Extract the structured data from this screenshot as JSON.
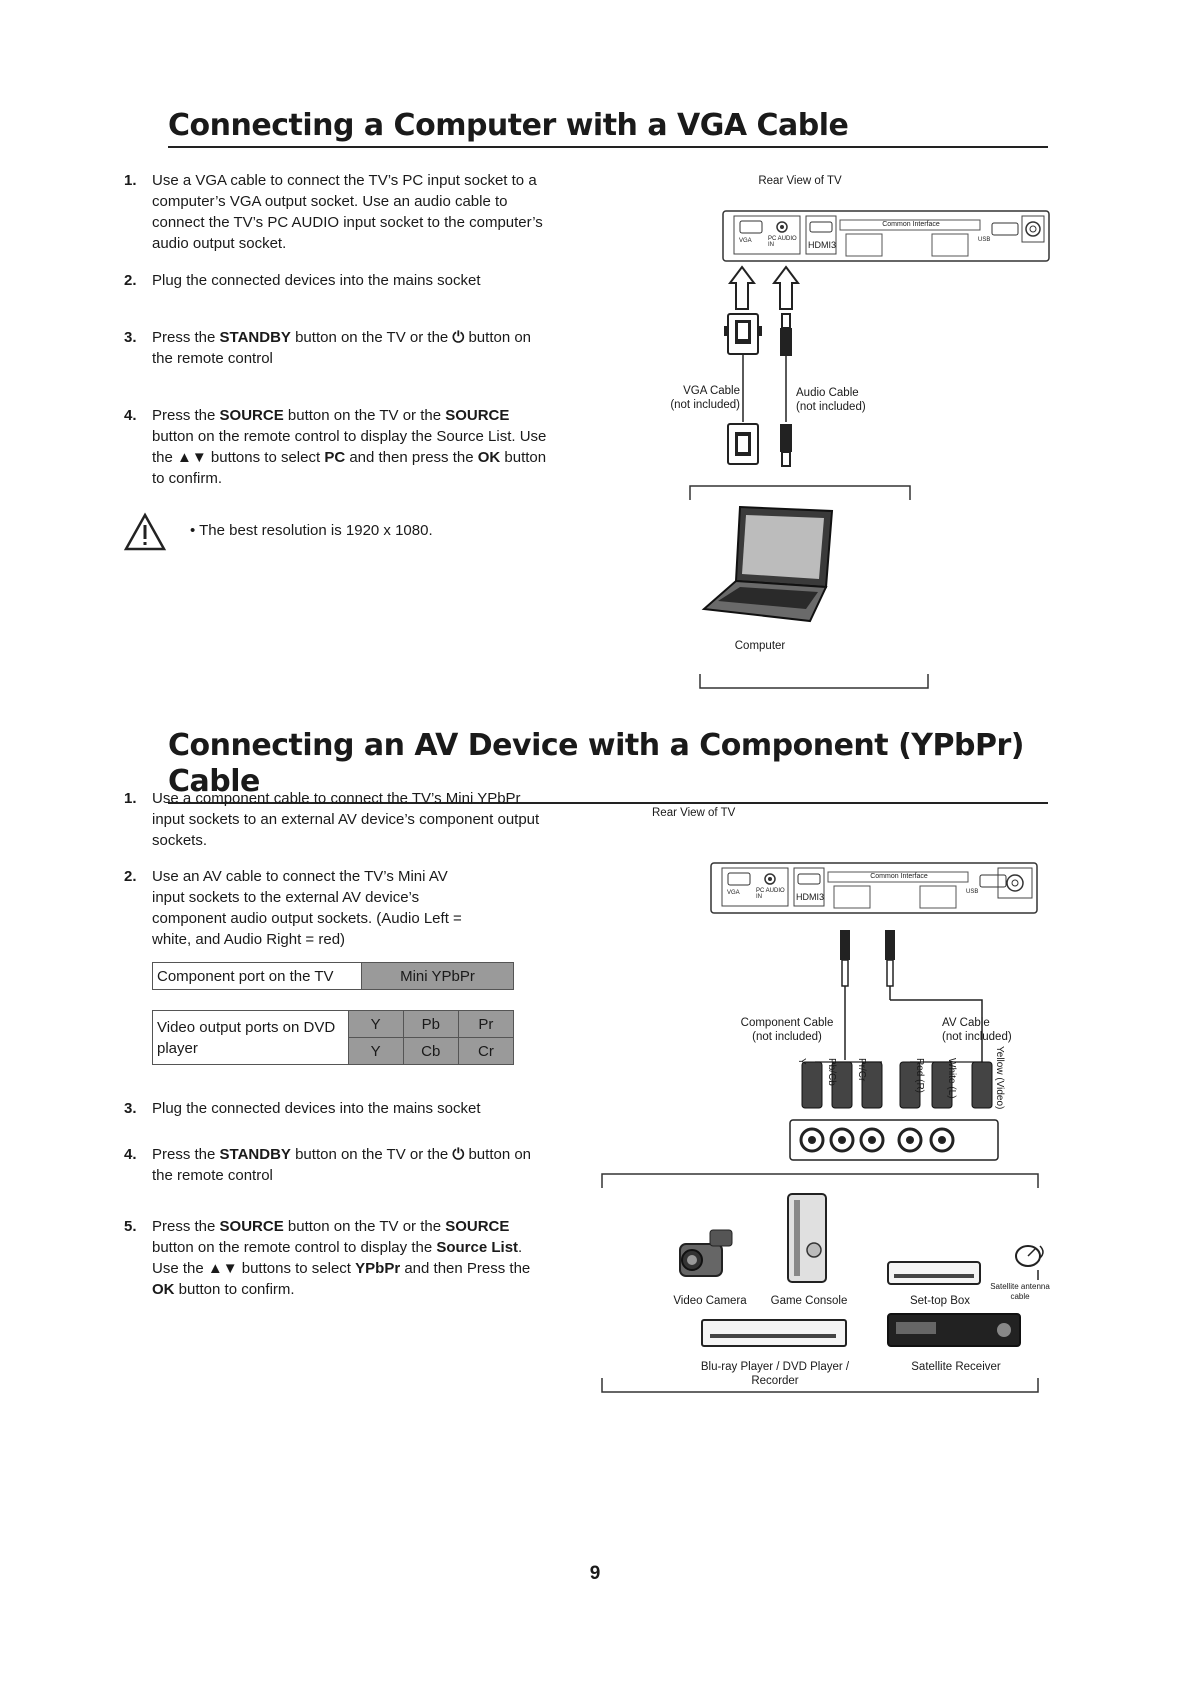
{
  "section1": {
    "title": "Connecting a Computer with a VGA Cable",
    "steps": [
      {
        "num": "1.",
        "text": "Use a VGA cable to connect the TV’s PC input socket to a computer’s VGA output socket. Use an audio cable to connect the TV’s PC AUDIO input socket to the computer’s audio output socket."
      },
      {
        "num": "2.",
        "text": "Plug the connected devices into the mains socket"
      },
      {
        "num": "3.",
        "pre": "Press the ",
        "bold1": "STANDBY",
        "post": " button on the TV or the ",
        "post2": " button on the remote control"
      },
      {
        "num": "4.",
        "a": "Press the ",
        "b": "SOURCE",
        "c": " button on the TV or the ",
        "d": "SOURCE",
        "e": " button on the remote control to display the Source List. Use the ",
        "f": "▲▼",
        "g": " buttons to select ",
        "h": "PC",
        "i": " and then press the ",
        "j": "OK",
        "k": " button to confirm."
      }
    ],
    "note": "• The best resolution is 1920 x 1080.",
    "diagram": {
      "rear_view": "Rear View of TV",
      "vga": "VGA",
      "pc_audio": "PC AUDIO IN",
      "hdmi3": "HDMI3",
      "common_interface": "Common Interface",
      "usb": "USB",
      "vga_cable": "VGA Cable",
      "not_included": "(not included)",
      "audio_cable": "Audio Cable",
      "computer": "Computer"
    }
  },
  "section2": {
    "title": "Connecting an AV Device with a Component (YPbPr) Cable",
    "steps": [
      {
        "num": "1.",
        "text": "Use a component cable to connect the TV’s Mini YPbPr input sockets to an external AV device’s component output sockets."
      },
      {
        "num": "2.",
        "text": "Use an AV cable to connect the TV’s Mini AV input sockets to the external AV device’s component audio output sockets. (Audio Left = white, and Audio Right = red)"
      },
      {
        "num": "3.",
        "text": "Plug the connected devices into the mains socket"
      },
      {
        "num": "4.",
        "pre": "Press the ",
        "bold1": "STANDBY",
        "post": " button on the TV or the ",
        "post2": " button on the remote control"
      },
      {
        "num": "5.",
        "a": "Press the ",
        "b": "SOURCE",
        "c": " button on the TV or the ",
        "d": "SOURCE",
        "e": " button on the remote control to display the ",
        "f": "Source List",
        "g": ". Use the ",
        "h": "▲▼",
        "i": " buttons to select ",
        "j": "YPbPr",
        "k": " and then Press the ",
        "l": "OK",
        "m": " button to confirm."
      }
    ],
    "table1": {
      "label": "Component port on the TV",
      "value": "Mini YPbPr"
    },
    "table2": {
      "label": "Video output ports on DVD player",
      "row1": [
        "Y",
        "Pb",
        "Pr"
      ],
      "row2": [
        "Y",
        "Cb",
        "Cr"
      ]
    },
    "diagram": {
      "rear_view": "Rear View of TV",
      "component_cable": "Component Cable",
      "not_included": "(not included)",
      "av_cable": "AV Cable",
      "plug_labels": [
        "Y",
        "Pb/Cb",
        "Pr/Cr",
        "Red (R)",
        "White (L)",
        "Yellow (Video)"
      ],
      "video_camera": "Video Camera",
      "game_console": "Game Console",
      "settop_box": "Set-top Box",
      "satellite_antenna": "Satellite antenna cable",
      "bluray": "Blu-ray Player / DVD Player / Recorder",
      "satellite_receiver": "Satellite Receiver"
    }
  },
  "page_number": "9"
}
